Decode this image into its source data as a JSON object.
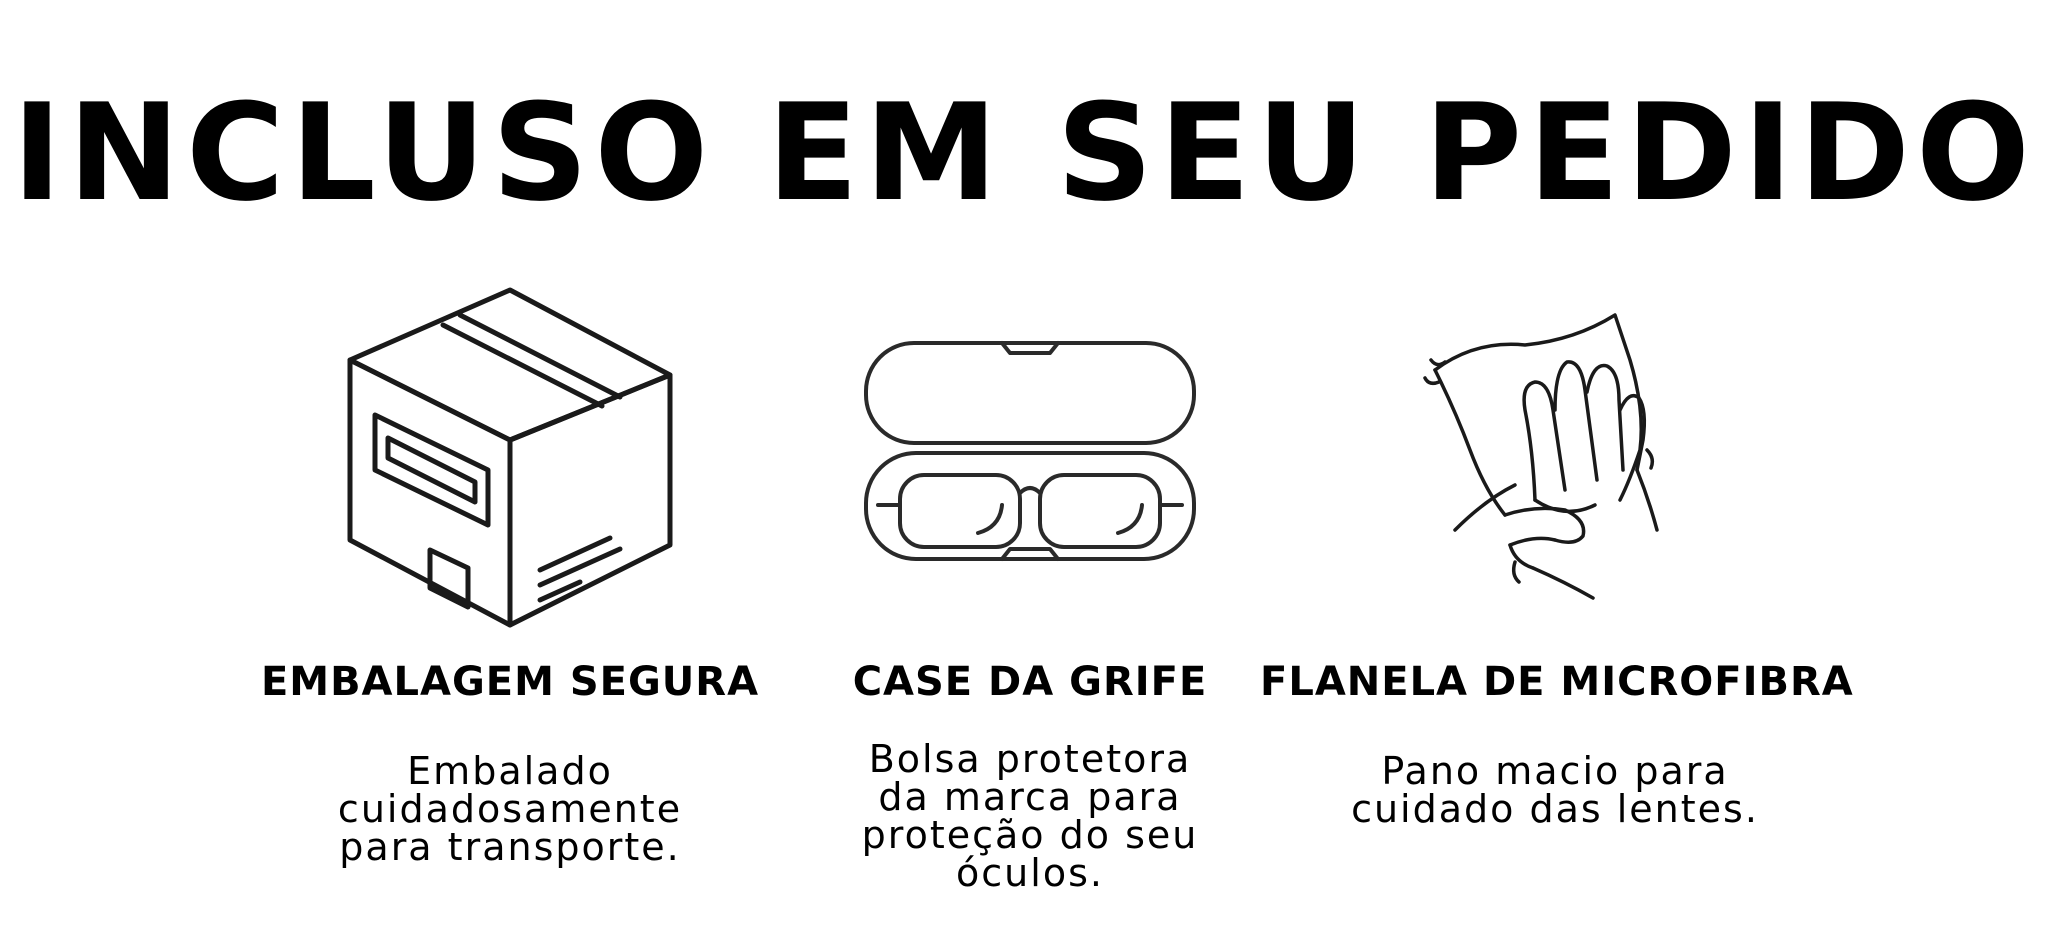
{
  "header": {
    "title": "INCLUSO EM SEU PEDIDO"
  },
  "items": [
    {
      "icon": "package-box-icon",
      "title": "EMBALAGEM SEGURA",
      "description": [
        "Embalado",
        "cuidadosamente",
        "para transporte."
      ]
    },
    {
      "icon": "glasses-case-icon",
      "title": "CASE DA GRIFE",
      "description": [
        "Bolsa protetora",
        "da marca para",
        "proteção do seu",
        "óculos."
      ]
    },
    {
      "icon": "microfiber-cloth-hand-icon",
      "title": "FLANELA DE MICROFIBRA",
      "description": [
        "Pano macio para",
        "cuidado das lentes."
      ]
    }
  ],
  "colors": {
    "text": "#000000",
    "background": "#ffffff",
    "icon_stroke": "#1a1a1a"
  }
}
